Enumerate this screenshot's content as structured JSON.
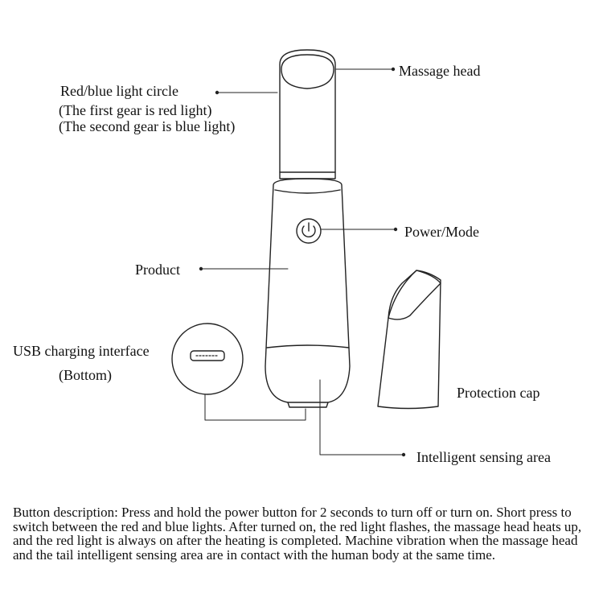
{
  "labels": {
    "massage_head": "Massage head",
    "light_circle": "Red/blue light circle",
    "light_first_gear": "(The first gear is red light)",
    "light_second_gear": "(The second gear is blue light)",
    "power_mode": "Power/Mode",
    "product": "Product",
    "usb_interface": "USB charging interface",
    "usb_bottom": "(Bottom)",
    "protection_cap": "Protection cap",
    "sensing_area": "Intelligent sensing area"
  },
  "description": "Button description: Press and hold the power button for 2 seconds to turn off or turn on. Short press to switch between the red and blue lights. After turned on, the red light flashes, the massage head heats up, and the red light is always on after the heating is completed. Machine vibration when the massage head and the tail intelligent sensing area are in contact with the human body at the same time."
}
